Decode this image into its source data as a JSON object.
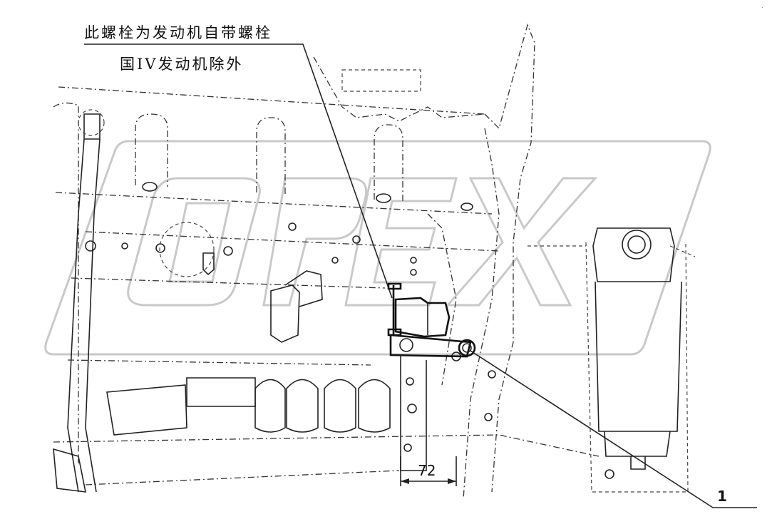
{
  "diagram": {
    "note_line1": "此螺栓为发动机自带螺栓",
    "note_line2": "国IV发动机除外",
    "dimension_value": "72",
    "callout_number": "1",
    "corner_text": "."
  },
  "watermark": {
    "color": "#c9c9c9"
  },
  "colors": {
    "line": "#222222",
    "background": "#ffffff"
  }
}
